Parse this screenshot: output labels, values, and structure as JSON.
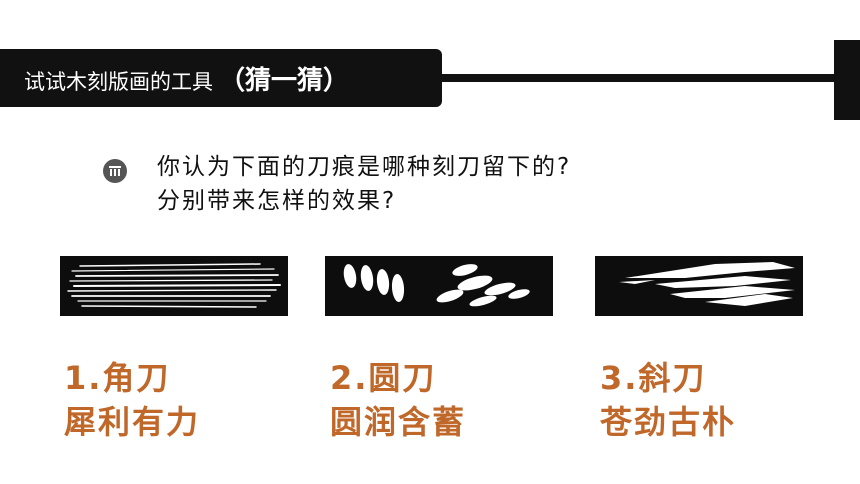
{
  "title": {
    "main": "试试木刻版画的工具",
    "sub": "（猜一猜）"
  },
  "question": {
    "icon": "list-bullet-icon",
    "line1": "你认为下面的刀痕是哪种刻刀留下的?",
    "line2": "分别带来怎样的效果?"
  },
  "tools": [
    {
      "name": "1.角刀",
      "effect": "犀利有力"
    },
    {
      "name": "2.圆刀",
      "effect": "圆润含蓄"
    },
    {
      "name": "3.斜刀",
      "effect": "苍劲古朴"
    }
  ],
  "colors": {
    "title_bg": "#111111",
    "accent": "#c0672a",
    "panel_bg": "#0d0d0d"
  }
}
